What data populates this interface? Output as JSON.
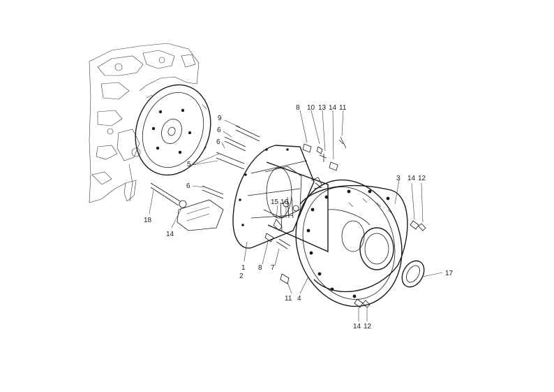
{
  "colors": {
    "ink": "#1a1a1a",
    "background": "#ffffff"
  },
  "callouts": [
    {
      "id": "c-8-top",
      "text": "8"
    },
    {
      "id": "c-10",
      "text": "10"
    },
    {
      "id": "c-13",
      "text": "13"
    },
    {
      "id": "c-14-top",
      "text": "14"
    },
    {
      "id": "c-11-top",
      "text": "11"
    },
    {
      "id": "c-9",
      "text": "9"
    },
    {
      "id": "c-6-a",
      "text": "6"
    },
    {
      "id": "c-6-b",
      "text": "6"
    },
    {
      "id": "c-5",
      "text": "5"
    },
    {
      "id": "c-6-c",
      "text": "6"
    },
    {
      "id": "c-3",
      "text": "3"
    },
    {
      "id": "c-14-right",
      "text": "14"
    },
    {
      "id": "c-12-right",
      "text": "12"
    },
    {
      "id": "c-15",
      "text": "15"
    },
    {
      "id": "c-16",
      "text": "16"
    },
    {
      "id": "c-18",
      "text": "18"
    },
    {
      "id": "c-14-left",
      "text": "14"
    },
    {
      "id": "c-1",
      "text": "1"
    },
    {
      "id": "c-2",
      "text": "2"
    },
    {
      "id": "c-8-bottom",
      "text": "8"
    },
    {
      "id": "c-7",
      "text": "7"
    },
    {
      "id": "c-17",
      "text": "17"
    },
    {
      "id": "c-11-bottom",
      "text": "11"
    },
    {
      "id": "c-4",
      "text": "4"
    },
    {
      "id": "c-14-bottom",
      "text": "14"
    },
    {
      "id": "c-12-bottom",
      "text": "12"
    }
  ]
}
